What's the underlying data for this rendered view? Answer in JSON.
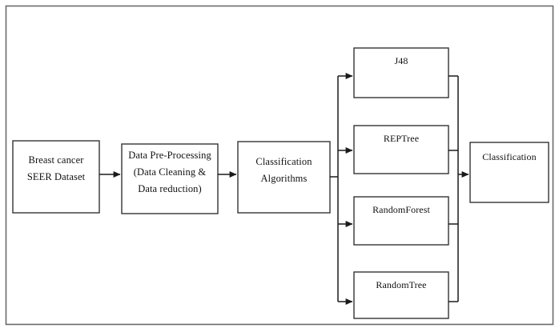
{
  "figure": {
    "type": "flowchart",
    "orientation": "left-to-right",
    "frame": {
      "border_color": "#555555",
      "background": "#ffffff"
    },
    "line_color": "#222222",
    "text_color": "#111111"
  },
  "nodes": {
    "source": {
      "label": "Breast cancer\nSEER Dataset"
    },
    "preprocessing": {
      "label": "Data Pre-Processing\n(Data Cleaning &\nData reduction)"
    },
    "algorithms": {
      "label": "Classification\nAlgorithms"
    },
    "j48": {
      "label": "J48"
    },
    "reptree": {
      "label": "REPTree"
    },
    "randomforest": {
      "label": "RandomForest"
    },
    "randomtree": {
      "label": "RandomTree"
    },
    "result": {
      "label": "Classification"
    }
  },
  "branches": [
    {
      "label": "J48"
    },
    {
      "label": "REPTree"
    },
    {
      "label": "RandomForest"
    },
    {
      "label": "RandomTree"
    }
  ],
  "edges": [
    {
      "from": "source",
      "to": "preprocessing",
      "style": "arrow"
    },
    {
      "from": "preprocessing",
      "to": "algorithms",
      "style": "arrow"
    },
    {
      "from": "algorithms",
      "to": "branch-bus",
      "style": "line"
    },
    {
      "from": "branch-bus",
      "to": "j48",
      "style": "arrow"
    },
    {
      "from": "branch-bus",
      "to": "reptree",
      "style": "arrow"
    },
    {
      "from": "branch-bus",
      "to": "randomforest",
      "style": "arrow"
    },
    {
      "from": "branch-bus",
      "to": "randomtree",
      "style": "arrow"
    },
    {
      "from": "j48",
      "to": "merge-bus",
      "style": "line"
    },
    {
      "from": "reptree",
      "to": "merge-bus",
      "style": "line"
    },
    {
      "from": "randomforest",
      "to": "merge-bus",
      "style": "line"
    },
    {
      "from": "randomtree",
      "to": "merge-bus",
      "style": "line"
    },
    {
      "from": "merge-bus",
      "to": "result",
      "style": "arrow"
    }
  ]
}
